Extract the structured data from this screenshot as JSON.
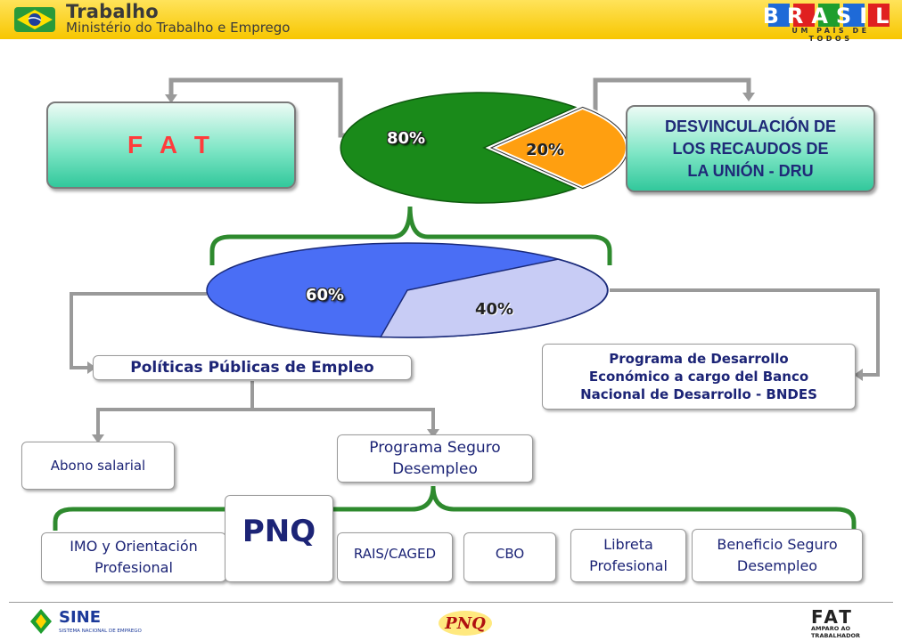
{
  "header": {
    "title": "Trabalho",
    "subtitle": "Ministério do Trabalho e Emprego",
    "brasil_logo": "BRASIL",
    "brasil_tagline": "UM PAÍS DE TODOS",
    "colors": {
      "bar": "#f7c600"
    }
  },
  "top": {
    "fat_label": "F A T",
    "pie_80": "80%",
    "pie_20": "20%",
    "dru_label": "DESVINCULACIÓN DE\nLOS RECAUDOS DE\nLA UNIÓN - DRU",
    "colors": {
      "large": "#1a8a1a",
      "small": "#ff9f10"
    }
  },
  "middle": {
    "pie_60": "60%",
    "pie_40": "40%",
    "politicas": "Políticas Públicas de Empleo",
    "bndes": "Programa de Desarrollo\nEconómico a cargo del Banco\nNacional de Desarrollo - BNDES",
    "colors": {
      "large": "#4a6ef5",
      "small": "#c8ccf5"
    }
  },
  "lower": {
    "abono": "Abono salarial",
    "seguro": "Programa Seguro\nDesempleo"
  },
  "programs": {
    "imo": "IMO y Orientación\nProfesional",
    "pnq": "PNQ",
    "rais": "RAIS/CAGED",
    "cbo": "CBO",
    "libreta": "Libreta\nProfesional",
    "beneficio": "Beneficio Seguro\nDesempleo"
  },
  "footer": {
    "sine": "SINE",
    "sine_sub": "SISTEMA NACIONAL DE EMPREGO",
    "pnq_logo": "PNQ",
    "fat": "FAT",
    "fat_sub": "AMPARO AO\nTRABALHADOR"
  }
}
